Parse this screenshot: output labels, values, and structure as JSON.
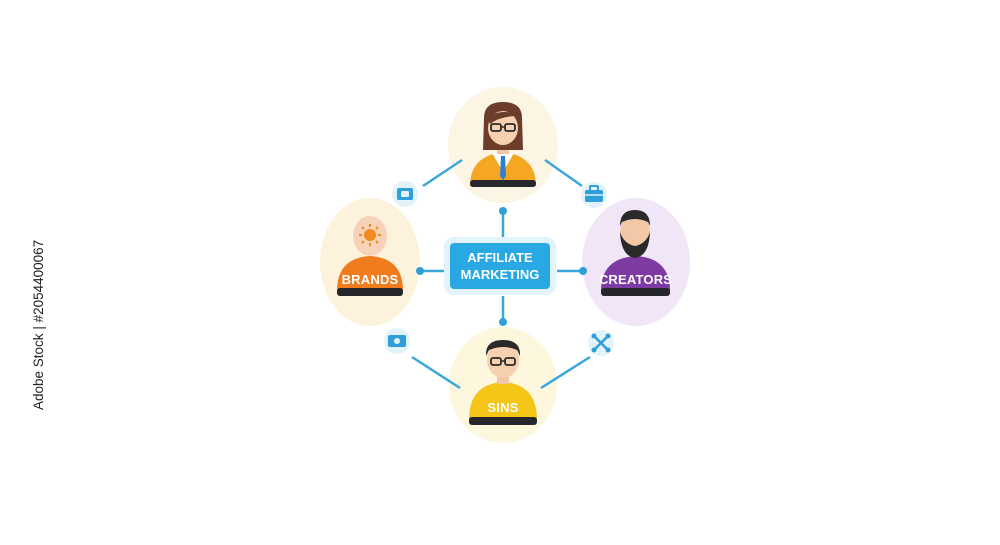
{
  "diagram": {
    "center": {
      "line1": "AFFILIATE",
      "line2": "MARKETING"
    },
    "nodes": {
      "brands": "BRANDS",
      "creators": "CREATORS",
      "sins": "SINS"
    }
  },
  "stock": {
    "id": "2054400067",
    "source": "Adobe Stock"
  },
  "colors": {
    "accent": "#29a8e4",
    "brands": "#f07c1d",
    "creators": "#7d3aa3",
    "sins": "#f5c518",
    "top_person": "#f5a623"
  }
}
